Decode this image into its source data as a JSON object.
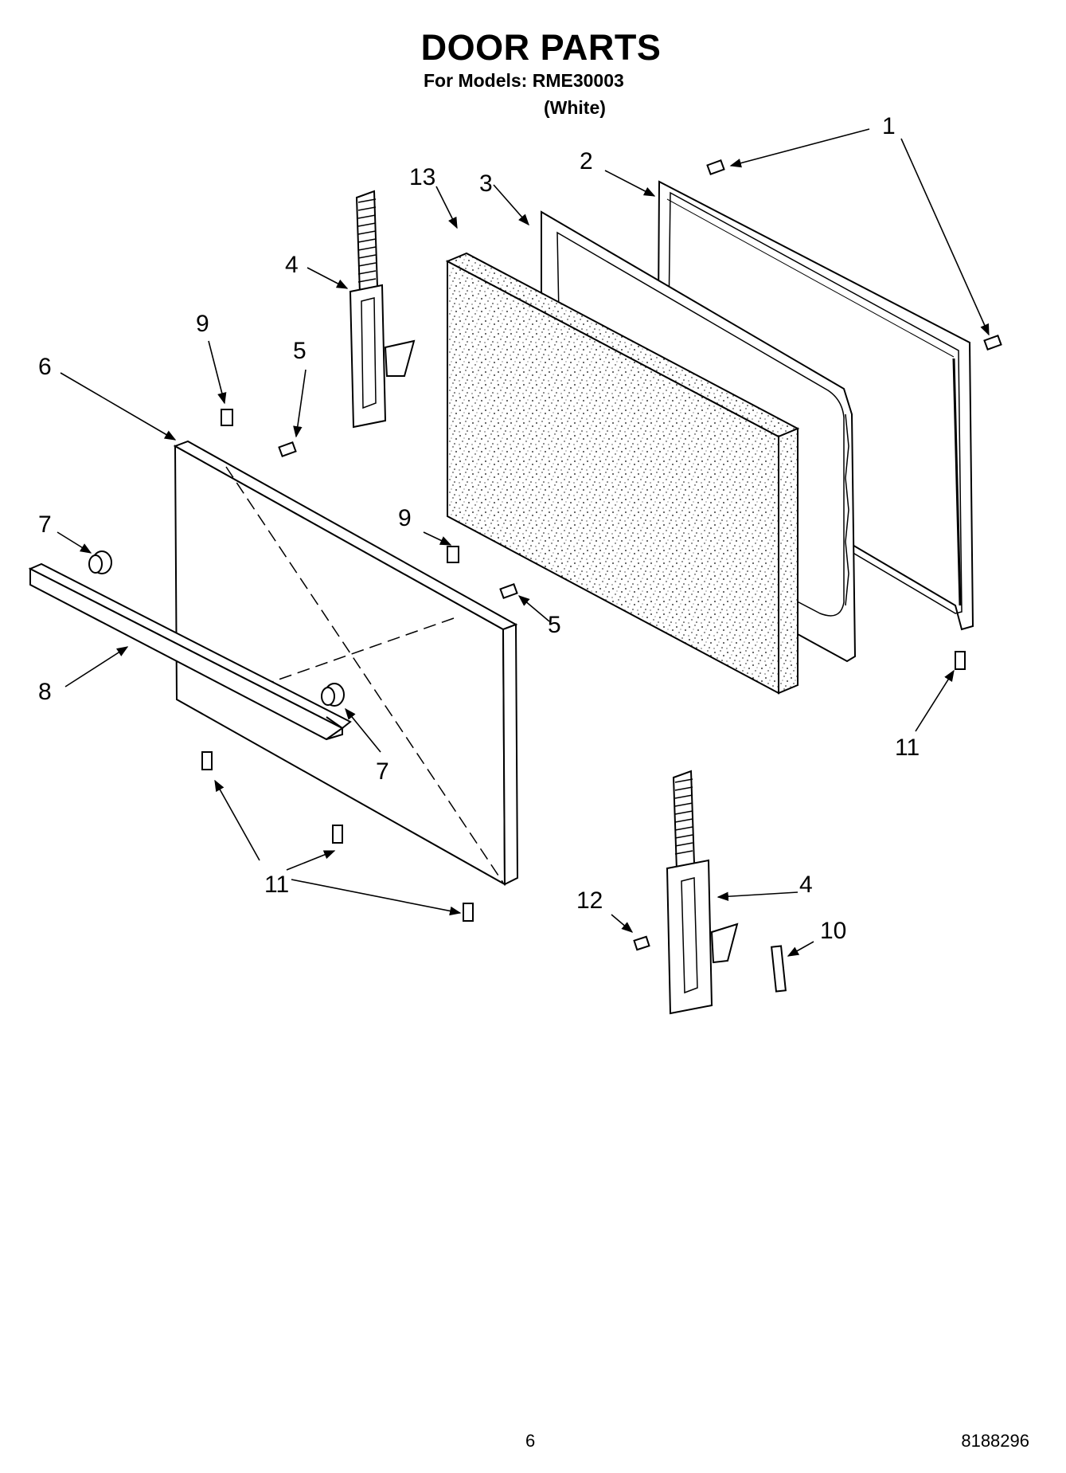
{
  "header": {
    "title": "DOOR PARTS",
    "models_line": "For Models: RME30003",
    "variant": "(White)"
  },
  "callouts": [
    "1",
    "1",
    "2",
    "3",
    "13",
    "4",
    "4",
    "9",
    "9",
    "5",
    "5",
    "6",
    "7",
    "7",
    "8",
    "11",
    "11",
    "11",
    "12",
    "10"
  ],
  "footer": {
    "page_number": "6",
    "document_number": "8188296"
  }
}
